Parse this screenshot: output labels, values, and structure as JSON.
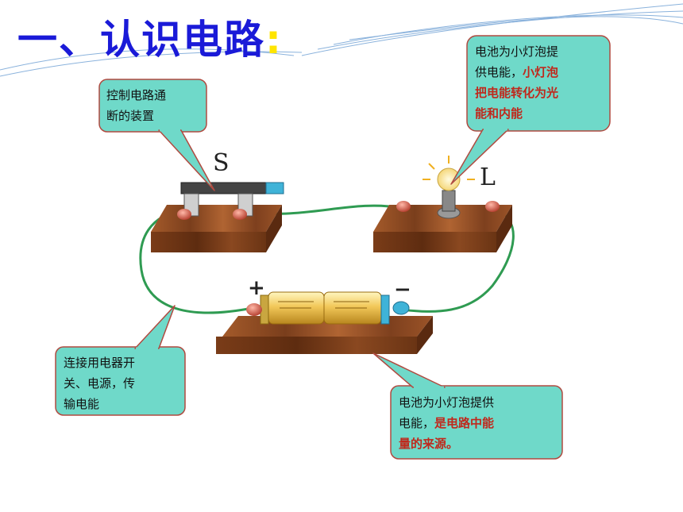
{
  "title": {
    "text": "一、认识电路",
    "colon": ":"
  },
  "labels": {
    "switch": "S",
    "lamp": "L",
    "positive": "+",
    "negative": "−"
  },
  "callouts": {
    "switch": {
      "lines": [
        "控制电路通",
        "断的装置"
      ]
    },
    "bulb": {
      "line1": "电池为小灯泡提",
      "line2_normal": "供电能，",
      "line2_highlight": "小灯泡",
      "line3_highlight": "把电能转化为光",
      "line4_highlight": "能和内能"
    },
    "wire": {
      "lines": [
        "连接用电器开",
        "关、电源，传",
        "输电能"
      ]
    },
    "battery": {
      "line1": "电池为小灯泡提供",
      "line2_normal": "电能，",
      "line2_highlight": "是电路中能",
      "line3_highlight": "量的来源。"
    }
  },
  "colors": {
    "title": "#1a1ad8",
    "callout_fill": "#6fd9c9",
    "callout_stroke": "#b04a40",
    "highlight": "#c0281c",
    "wire": "#2f9b52",
    "wood": "#8a4a22"
  }
}
